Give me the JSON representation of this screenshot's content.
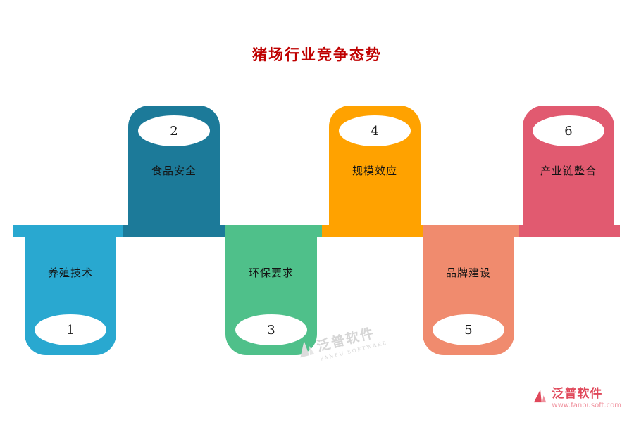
{
  "title": "猪场行业竞争态势",
  "items": [
    {
      "number": "1",
      "label": "养殖技术",
      "color": "#29a8d0",
      "position": "below"
    },
    {
      "number": "2",
      "label": "食品安全",
      "color": "#1c7a99",
      "position": "above"
    },
    {
      "number": "3",
      "label": "环保要求",
      "color": "#4fc08a",
      "position": "below"
    },
    {
      "number": "4",
      "label": "规模效应",
      "color": "#ffa200",
      "position": "above"
    },
    {
      "number": "5",
      "label": "品牌建设",
      "color": "#f08b6e",
      "position": "below"
    },
    {
      "number": "6",
      "label": "产业链整合",
      "color": "#e15a70",
      "position": "above"
    }
  ],
  "watermark_center": {
    "text": "泛普软件",
    "subtext": "FANPU SOFTWARE"
  },
  "watermark_corner": {
    "brand": "泛普软件",
    "url": "www.fanpusoft.com"
  },
  "colors": {
    "title": "#bf0000",
    "brand_red": "#e0485a"
  }
}
